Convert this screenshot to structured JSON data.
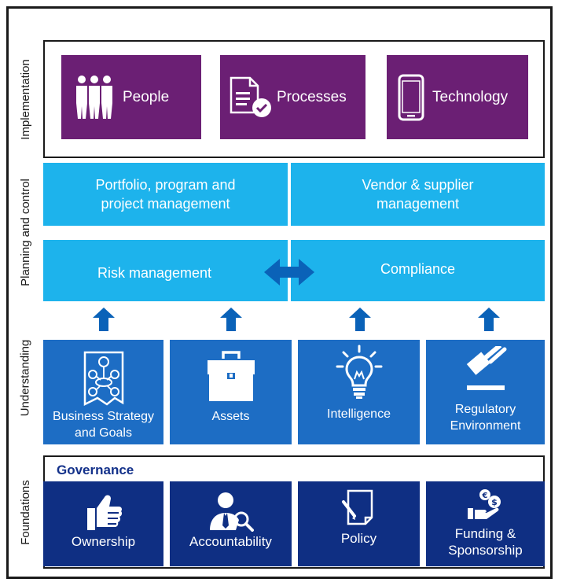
{
  "layers": {
    "implementation": "Implementation",
    "planning": "Planning and control",
    "understanding": "Understanding",
    "foundations": "Foundations"
  },
  "implementation": {
    "people": "People",
    "processes": "Processes",
    "technology": "Technology"
  },
  "planning": {
    "portfolio_line1": "Portfolio, program and",
    "portfolio_line2": "project management",
    "vendor_line1": "Vendor & supplier",
    "vendor_line2": "management",
    "risk": "Risk management",
    "compliance": "Compliance"
  },
  "understanding": {
    "business_line1": "Business Strategy",
    "business_line2": "and Goals",
    "assets": "Assets",
    "intelligence": "Intelligence",
    "regulatory_line1": "Regulatory",
    "regulatory_line2": "Environment"
  },
  "foundations": {
    "governance": "Governance",
    "ownership": "Ownership",
    "accountability": "Accountability",
    "policy": "Policy",
    "funding_line1": "Funding &",
    "funding_line2": "Sponsorship"
  },
  "colors": {
    "purple": "#6b1f74",
    "light_blue": "#1db3ec",
    "mid_blue": "#1d6dc4",
    "dark_blue": "#0f2f83",
    "arrow_blue": "#0a62b8"
  },
  "icons": [
    "people-icon",
    "document-check-icon",
    "smartphone-icon",
    "strategy-diagram-icon",
    "briefcase-icon",
    "lightbulb-icon",
    "gavel-icon",
    "thumbs-up-icon",
    "person-search-icon",
    "document-pen-icon",
    "money-hand-icon",
    "double-arrow-icon",
    "up-arrow-icon"
  ]
}
